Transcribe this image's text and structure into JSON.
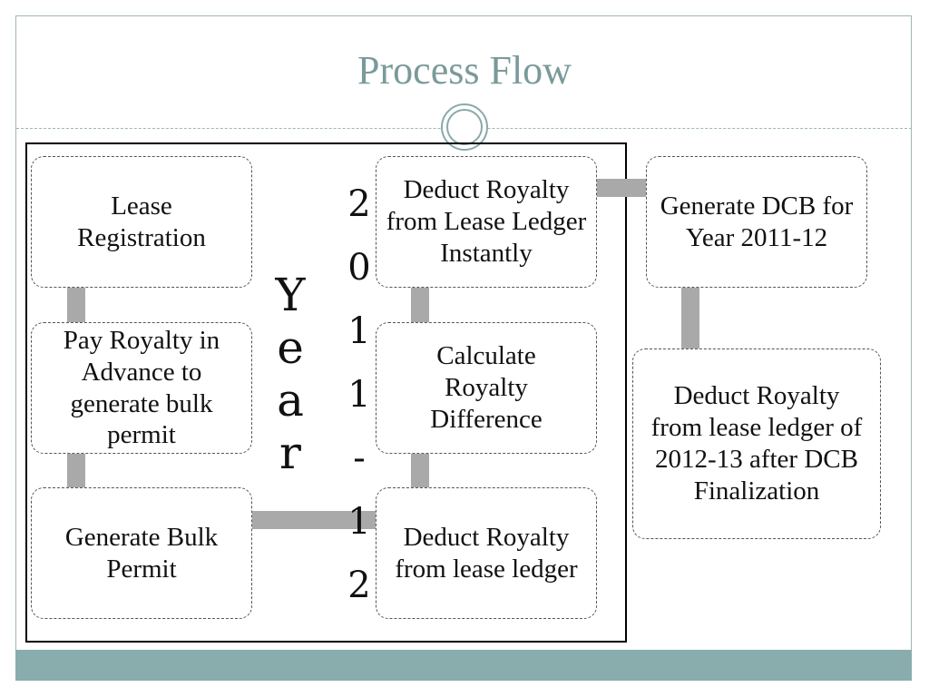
{
  "title": "Process Flow",
  "side_label": [
    "Y",
    "e",
    "a",
    "r"
  ],
  "year_label": [
    "2",
    "0",
    "1",
    "1",
    "-",
    "1",
    "2"
  ],
  "boxes": {
    "lease_registration": "Lease Registration",
    "pay_royalty": "Pay Royalty in Advance to generate bulk permit",
    "generate_bulk_permit": "Generate Bulk Permit",
    "deduct_instantly": "Deduct Royalty from Lease Ledger Instantly",
    "calculate_difference": "Calculate Royalty Difference",
    "deduct_from_ledger": "Deduct Royalty from lease ledger",
    "generate_dcb": "Generate DCB for Year 2011-12",
    "deduct_after_dcb": "Deduct Royalty from lease ledger of 2012-13 after DCB Finalization"
  },
  "colors": {
    "title": "#7a9a9a",
    "footer": "#89acac",
    "connector": "#a9a9a9"
  }
}
